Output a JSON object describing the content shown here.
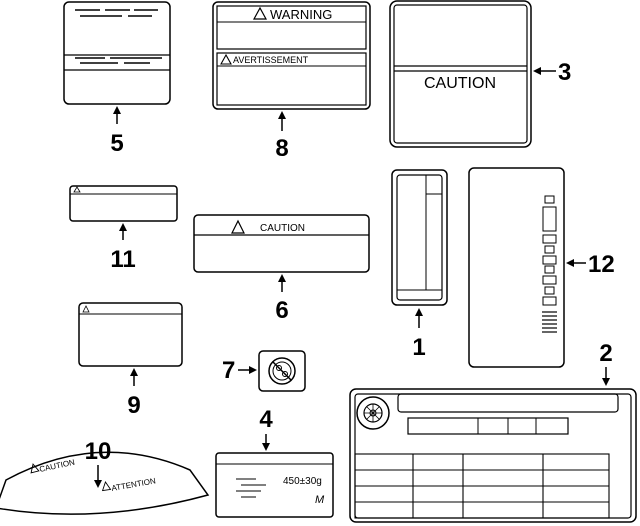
{
  "labels": {
    "warning": "WARNING",
    "avertissement": "AVERTISSEMENT",
    "caution_3": "CAUTION",
    "caution_6": "CAUTION",
    "caution_10": "CAUTION",
    "attention_10": "ATTENTION",
    "weight_4": "450±30g",
    "mark_4": "M"
  },
  "callouts": [
    "1",
    "2",
    "3",
    "4",
    "5",
    "6",
    "7",
    "8",
    "9",
    "10",
    "11",
    "12"
  ]
}
